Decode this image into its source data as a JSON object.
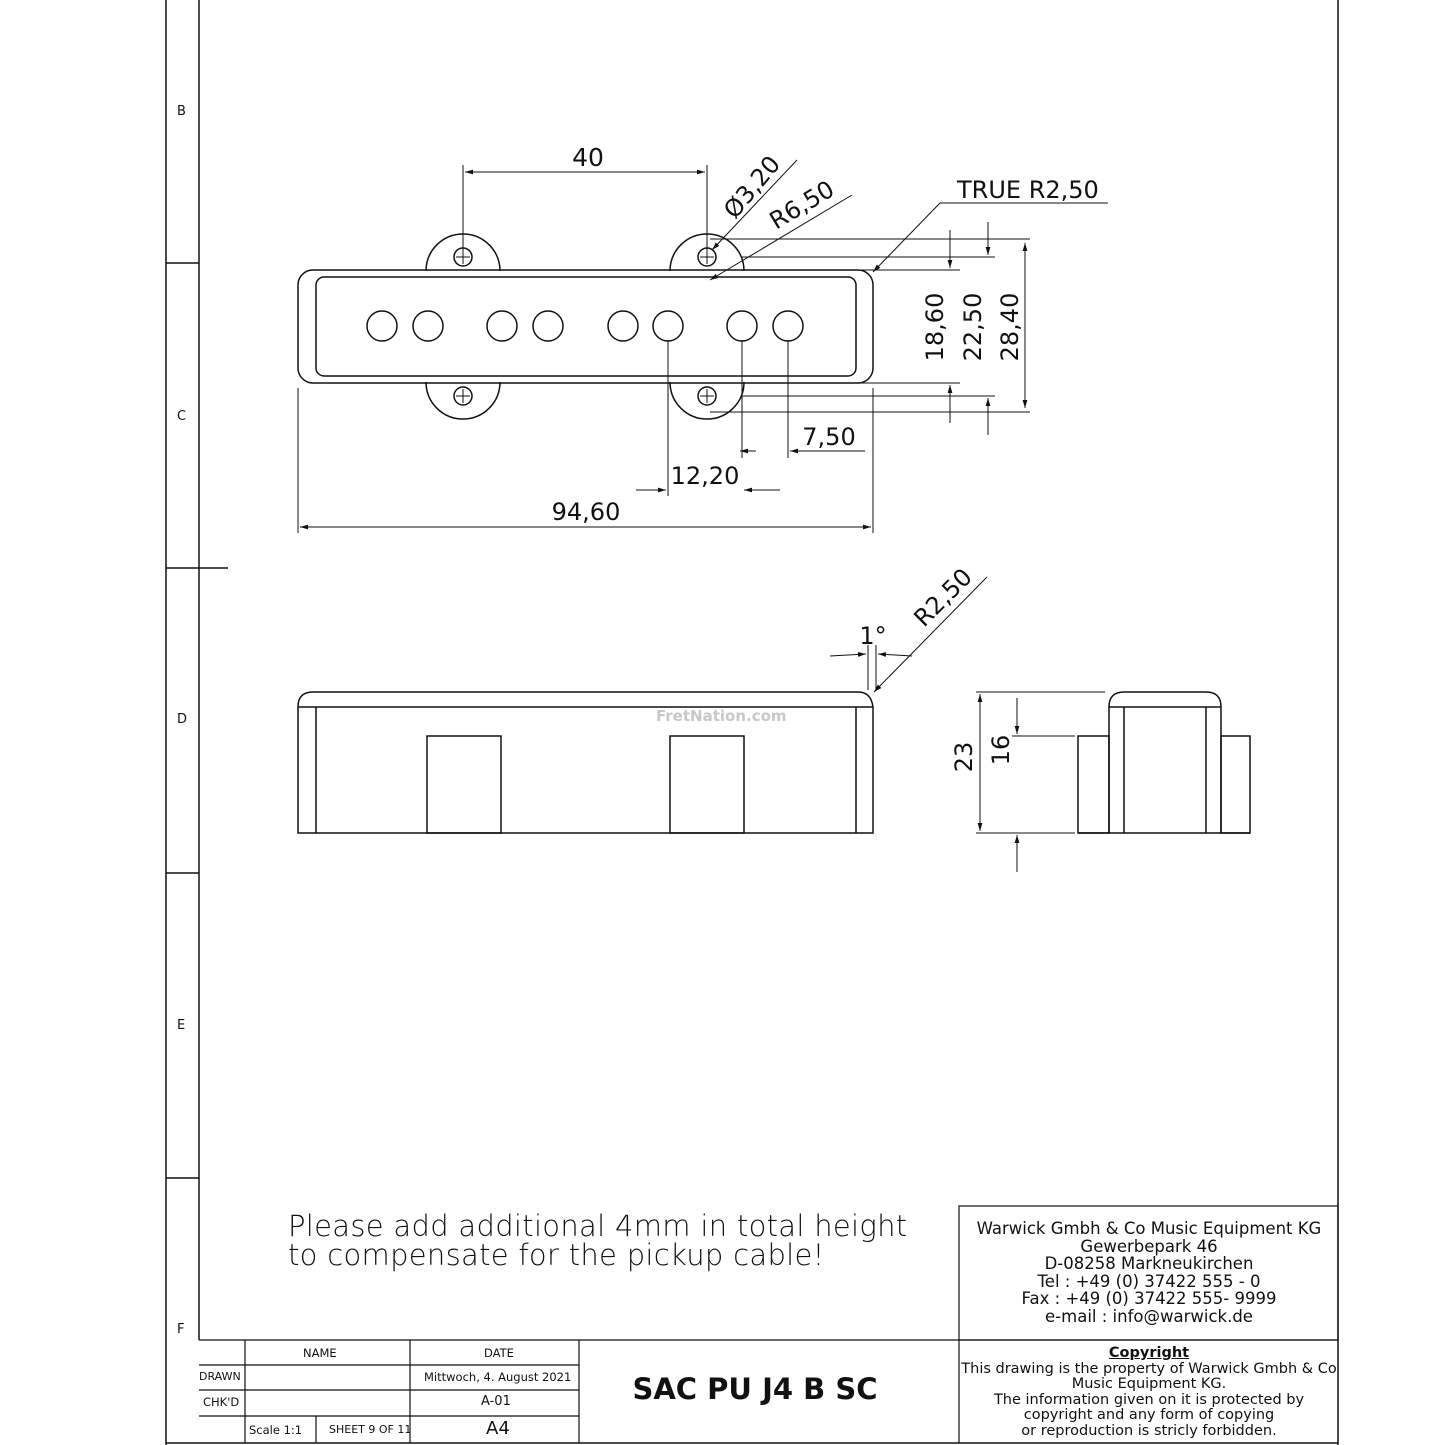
{
  "zones": [
    "B",
    "C",
    "D",
    "E",
    "F"
  ],
  "top_view": {
    "dim_40": "40",
    "dim_dia": "Ø3,20",
    "dim_r650": "R6,50",
    "dim_true_r": "TRUE R2,50",
    "dim_1860": "18,60",
    "dim_2250": "22,50",
    "dim_2840": "28,40",
    "dim_750": "7,50",
    "dim_1220": "12,20",
    "dim_9460": "94,60"
  },
  "side_view": {
    "dim_1deg": "1°",
    "dim_r250": "R2,50",
    "dim_23": "23",
    "dim_16": "16"
  },
  "watermark": "FretNation.com",
  "note": {
    "line1": "Please add additional 4mm in total height",
    "line2": "to compensate for the pickup cable!"
  },
  "company": {
    "name": "Warwick Gmbh & Co Music Equipment KG",
    "street": "Gewerbepark 46",
    "city": "D-08258 Markneukirchen",
    "tel": "Tel : +49 (0) 37422 555 - 0",
    "fax": "Fax : +49 (0) 37422 555- 9999",
    "email": "e-mail : info@warwick.de"
  },
  "copyright": {
    "heading": "Copyright",
    "line1": "This drawing is the property of Warwick Gmbh & Co",
    "line2": "Music Equipment KG.",
    "line3": "The information given on it is protected by",
    "line4": "copyright and any form of copying",
    "line5": "or reproduction is stricly forbidden."
  },
  "title_block": {
    "col_name": "NAME",
    "col_date": "DATE",
    "row_drawn": "DRAWN",
    "row_chkd": "CHK'D",
    "date_value": "Mittwoch, 4. August 2021",
    "drawing_no": "A-01",
    "paper": "A4",
    "scale": "Scale 1:1",
    "sheet": "SHEET 9 OF 11",
    "title": "SAC PU J4 B SC"
  }
}
